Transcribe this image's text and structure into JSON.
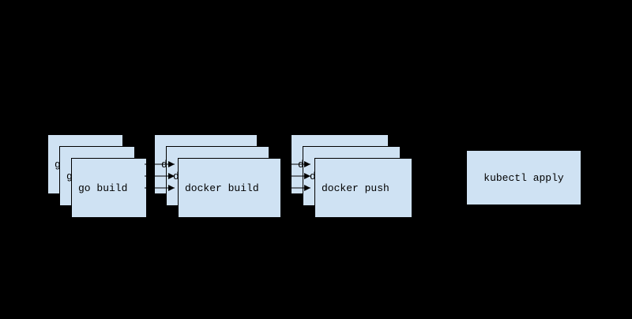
{
  "diagram": {
    "background": "#000000",
    "card_fill": "#cfe2f3",
    "card_border": "#000000",
    "text_color": "#000000",
    "arrow_color": "#000000"
  },
  "stages": [
    {
      "id": "go-build",
      "label": "go build",
      "stacked": true,
      "copies": 3
    },
    {
      "id": "docker-build",
      "label": "docker build",
      "stacked": true,
      "copies": 3
    },
    {
      "id": "docker-push",
      "label": "docker push",
      "stacked": true,
      "copies": 3
    },
    {
      "id": "kubectl-apply",
      "label": "kubectl apply",
      "stacked": false,
      "copies": 1
    }
  ],
  "connections": [
    {
      "from": "go-build",
      "to": "docker-build",
      "arrow_count": 3
    },
    {
      "from": "docker-build",
      "to": "docker-push",
      "arrow_count": 3
    }
  ]
}
